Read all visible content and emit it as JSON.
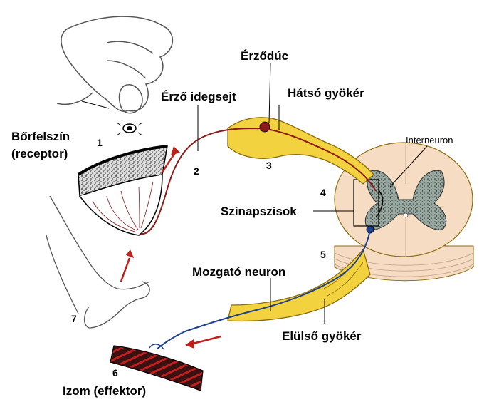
{
  "labels": {
    "skin_surface_line1": "Bőrfelszín",
    "skin_surface_line2": "(receptor)",
    "sensory_neuron": "Érző idegsejt",
    "ganglion": "Érződúc",
    "dorsal_root": "Hátsó gyökér",
    "interneuron": "Interneuron",
    "synapses": "Szinapszisok",
    "motor_neuron": "Mozgató neuron",
    "ventral_root": "Elülső gyökér",
    "muscle": "Izom (effektor)"
  },
  "numbers": [
    "1",
    "2",
    "3",
    "4",
    "5",
    "6",
    "7"
  ],
  "colors": {
    "nerve_yellow": "#f2d23e",
    "nerve_outline": "#8a6d10",
    "cord_pink": "#f7dcc4",
    "grey_matter": "#7f8f8a",
    "sensory_fiber": "#8b1a1a",
    "motor_fiber": "#1f3f8f",
    "arrow_red": "#c0201a",
    "muscle_dark": "#3a1010",
    "muscle_red": "#c02020"
  }
}
